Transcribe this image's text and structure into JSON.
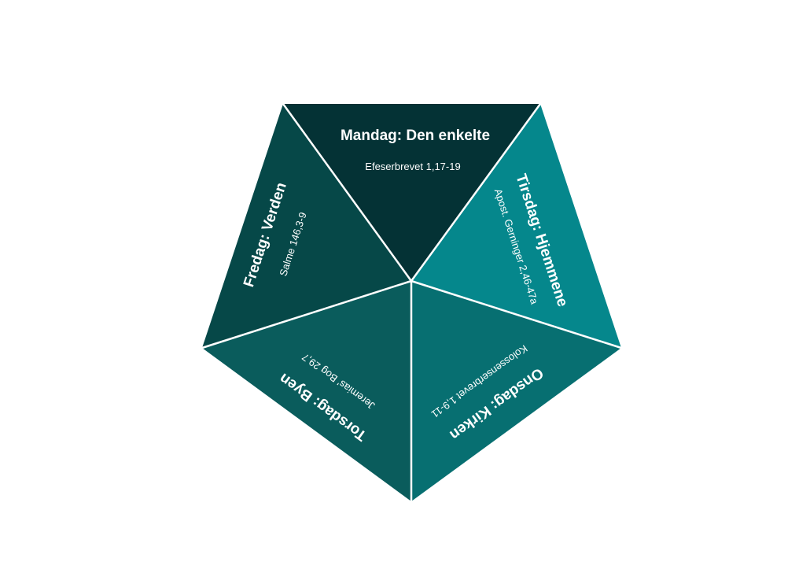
{
  "segments": [
    {
      "id": "mandag",
      "title": "Mandag: Den enkelte",
      "reference": "Efeserbrevet 1,17-19",
      "color": "#043235"
    },
    {
      "id": "tirsdag",
      "title": "Tirsdag: Hjemmene",
      "reference": "Apost. Gerninger 2,46-47a",
      "color": "#05878c"
    },
    {
      "id": "onsdag",
      "title": "Onsdag: Kirken",
      "reference": "Kolossenserbrevet 1,9-11",
      "color": "#076f71"
    },
    {
      "id": "torsdag",
      "title": "Torsdag: Byen",
      "reference": "Jeremias' Bog 29,7",
      "color": "#0a5c5c"
    },
    {
      "id": "fredag",
      "title": "Fredag: Verden",
      "reference": "Salme 146,3-9",
      "color": "#064848"
    }
  ],
  "divider_color": "#ffffff"
}
